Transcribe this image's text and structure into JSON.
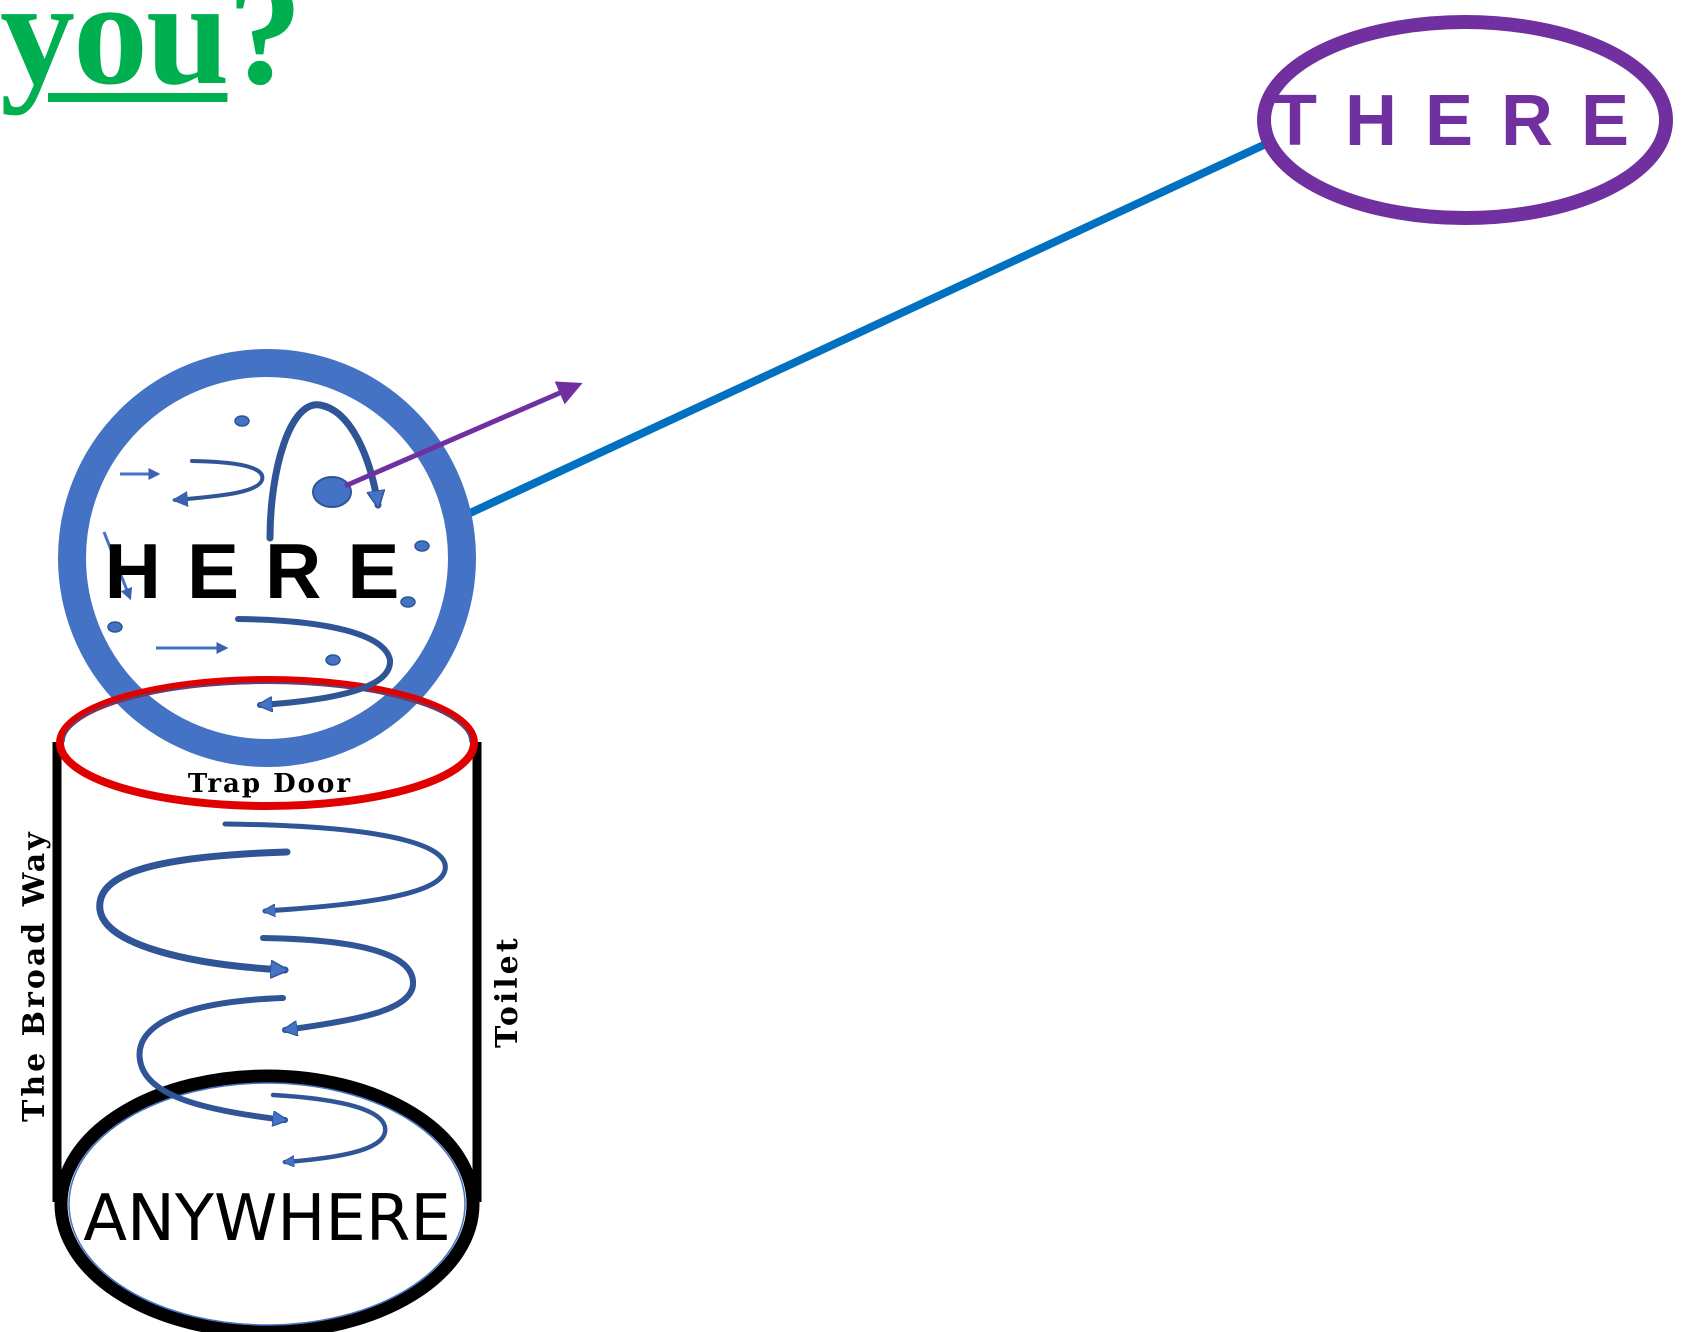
{
  "title": {
    "word": "you",
    "punct": "?",
    "color": "#00b050"
  },
  "labels": {
    "here": "HERE",
    "there": "THERE",
    "anywhere": "ANYWHERE",
    "trap_door": "Trap Door",
    "broad_way": "The Broad Way",
    "toilet": "Toilet"
  },
  "colors": {
    "here_ring": "#4472c4",
    "swirl": "#2f5597",
    "there_ring": "#7030a0",
    "connector_line": "#0070c0",
    "pointer_arrow": "#7030a0",
    "trap_door_rim": "#e00000",
    "cylinder_walls": "#000000",
    "there_text": "#7030a0"
  }
}
